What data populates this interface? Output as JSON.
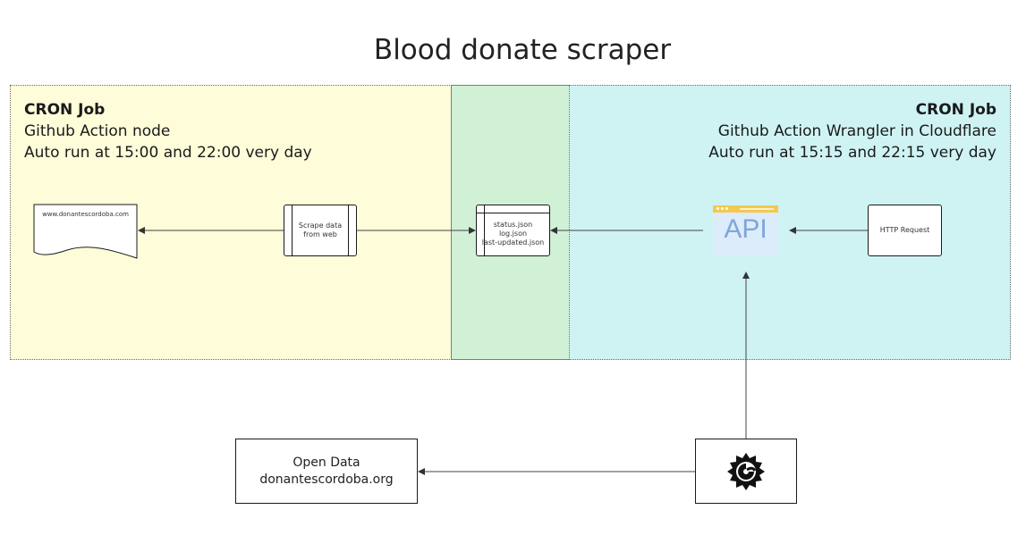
{
  "title": "Blood donate scraper",
  "left_zone": {
    "heading": "CRON Job",
    "line1": "Github Action node",
    "line2": "Auto run at 15:00 and 22:00 very day"
  },
  "right_zone": {
    "heading": "CRON Job",
    "line1": "Github Action Wrangler in Cloudflare",
    "line2": "Auto run at 15:15 and 22:15 very day"
  },
  "nodes": {
    "website": "www.donantescordoba.com",
    "scrape_line1": "Scrape data",
    "scrape_line2": "from web",
    "files": [
      "status.json",
      "log.json",
      "last-updated.json"
    ],
    "api": "API",
    "http": "HTTP Request",
    "open_data_line1": "Open Data",
    "open_data_line2": "donantescordoba.org"
  },
  "icons": {
    "monitor": "grafana-icon",
    "api": "api-window-icon"
  },
  "colors": {
    "left_zone": "#fefcd9",
    "mid_zone": "#d1f1d7",
    "right_zone": "#cff3f3",
    "api_bar": "#f3c94f",
    "api_text": "#7ea6d8"
  }
}
